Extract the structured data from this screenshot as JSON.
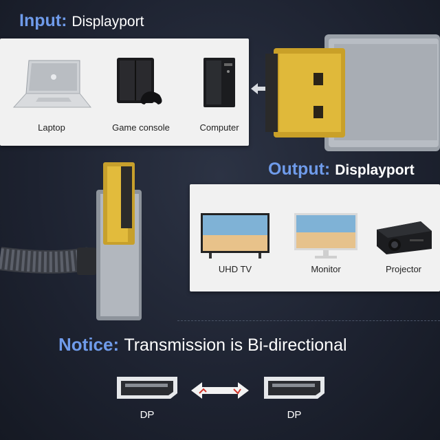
{
  "input": {
    "keyword": "Input:",
    "value": "Displayport"
  },
  "input_devices": [
    {
      "label": "Laptop",
      "icon": "laptop-icon"
    },
    {
      "label": "Game console",
      "icon": "game-console-icon"
    },
    {
      "label": "Computer",
      "icon": "computer-tower-icon"
    }
  ],
  "output": {
    "keyword": "Output:",
    "value": "Displayport"
  },
  "output_devices": [
    {
      "label": "UHD TV",
      "icon": "tv-icon"
    },
    {
      "label": "Monitor",
      "icon": "monitor-icon"
    },
    {
      "label": "Projector",
      "icon": "projector-icon"
    }
  ],
  "notice": {
    "keyword": "Notice:",
    "value": "Transmission is Bi-directional"
  },
  "ports": [
    {
      "label": "DP"
    },
    {
      "label": "DP"
    }
  ],
  "colors": {
    "accent": "#6f9bea",
    "panel": "#f1f1f1",
    "background": "#1d2230",
    "gold": "#d8b032",
    "arrow_red": "#d0352b"
  }
}
